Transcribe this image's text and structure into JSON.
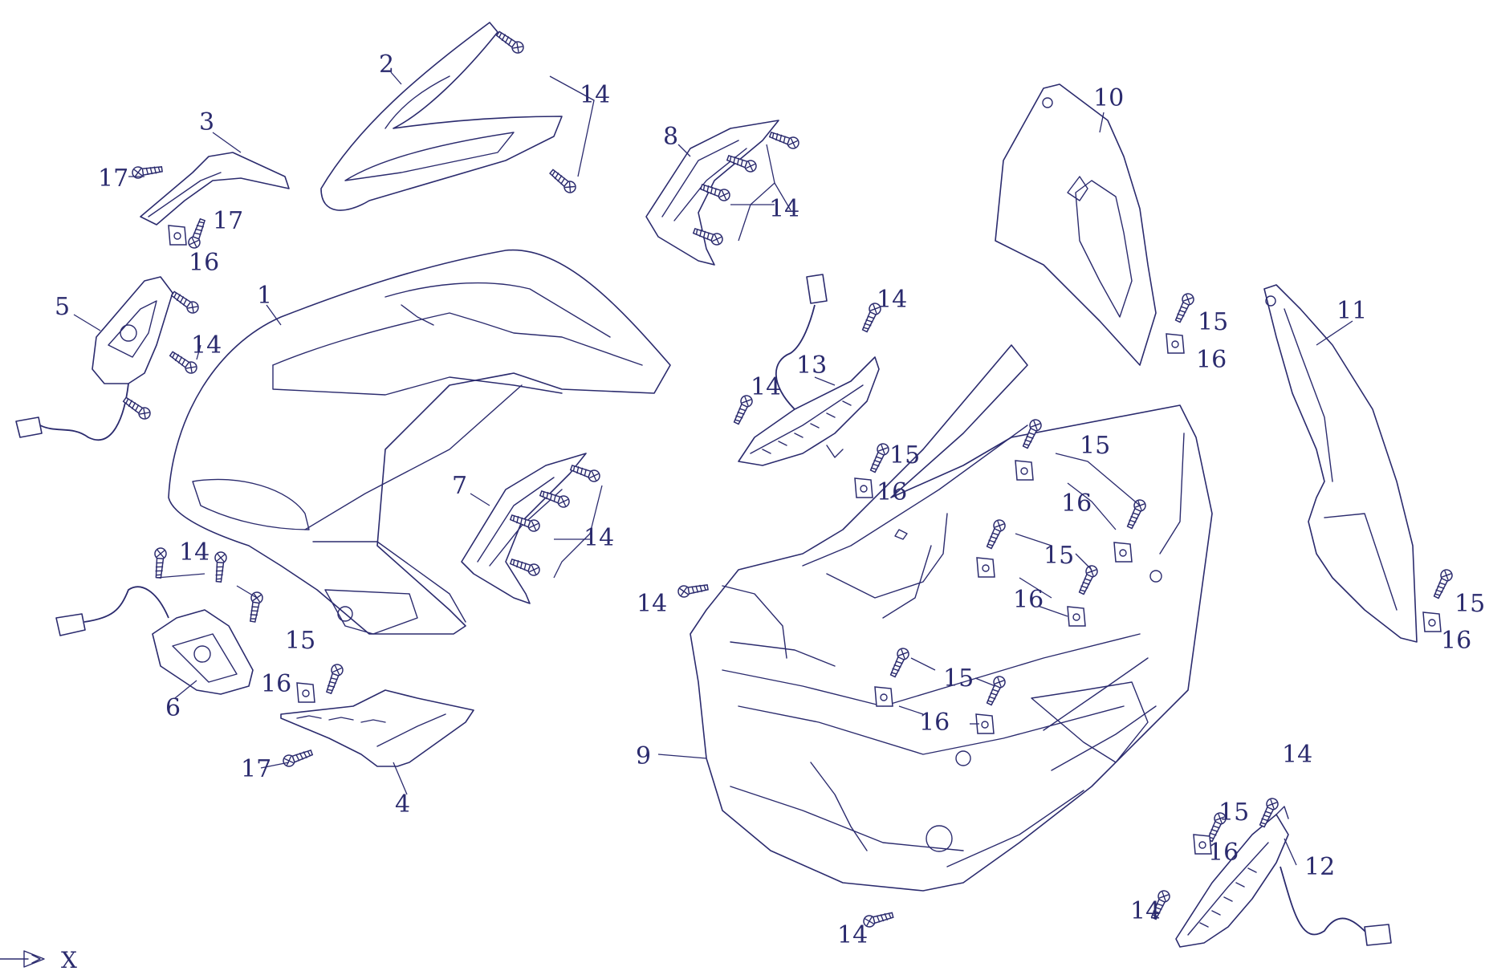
{
  "parts": {
    "p1": "1",
    "p2": "2",
    "p3": "3",
    "p4": "4",
    "p5": "5",
    "p6": "6",
    "p7": "7",
    "p8": "8",
    "p9": "9",
    "p10": "10",
    "p11": "11",
    "p12": "12",
    "p13": "13",
    "p14": "14",
    "p15": "15",
    "p16": "16",
    "p17": "17"
  },
  "axis_label": "X",
  "colors": {
    "line": "#2b2b6e",
    "background": "#ffffff"
  }
}
